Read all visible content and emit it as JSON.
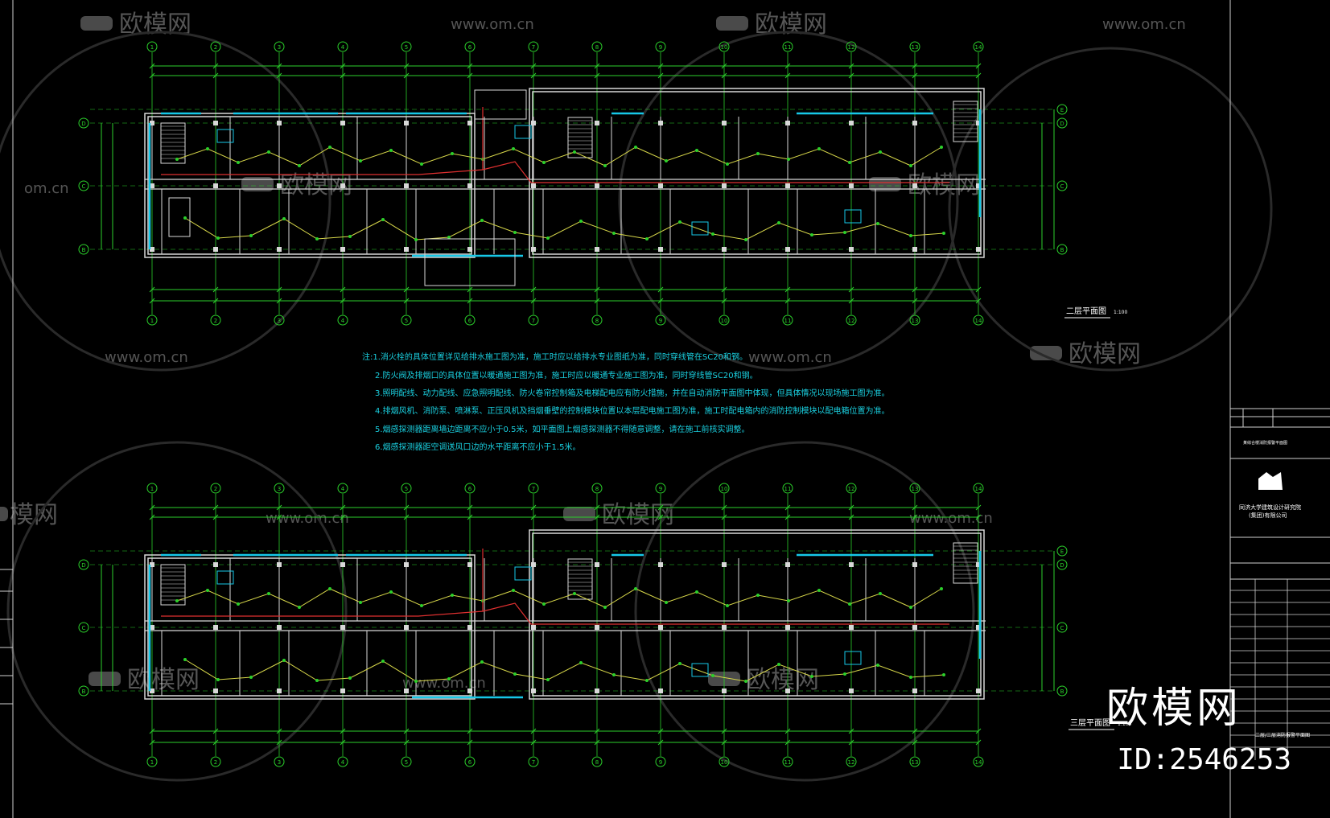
{
  "drawing": {
    "watermark_site": "www.om.cn",
    "watermark_logo": "欧模网",
    "watermark_partial_left": "om.cn",
    "watermark_partial_left2": "模网"
  },
  "plan_upper": {
    "title": "二层平面图",
    "scale": "1:100",
    "axis_numbers": [
      "1",
      "2",
      "3",
      "4",
      "5",
      "6",
      "7",
      "8",
      "9",
      "10",
      "11",
      "12",
      "13",
      "14"
    ],
    "axis_letters": [
      "B",
      "C",
      "D",
      "E"
    ]
  },
  "plan_lower": {
    "title": "三层平面图",
    "scale": "1:100",
    "axis_numbers": [
      "1",
      "2",
      "3",
      "4",
      "5",
      "6",
      "7",
      "8",
      "9",
      "10",
      "11",
      "12",
      "13",
      "14"
    ],
    "axis_letters": [
      "B",
      "C",
      "D",
      "E"
    ]
  },
  "notes": {
    "line1": "注:1.消火栓的具体位置详见给排水施工图为准，施工时应以给排水专业图纸为准，同时穿线管在SC20和钢。",
    "line2": "2.防火阀及排烟口的具体位置以暖通施工图为准，施工时应以暖通专业施工图为准，同时穿线管SC20和钢。",
    "line3": "3.照明配线、动力配线、应急照明配线、防火卷帘控制箱及电梯配电应有防火措施，并在自动消防平面图中体现，但具体情况以现场施工图为准。",
    "line4": "4.排烟风机、消防泵、喷淋泵、正压风机及挡烟垂壁的控制模块位置以本层配电施工图为准，施工时配电箱内的消防控制模块以配电箱位置为准。",
    "line5": "5.烟感探测器距离墙边距离不应小于0.5米，如平面图上烟感探测器不得随意调整，请在施工前核实调整。",
    "line6": "6.烟感探测器距空调送风口边的水平距离不应小于1.5米。"
  },
  "title_block": {
    "company": "同济大学建筑设计研究院",
    "company_sub": "(集团)有限公司",
    "project": "某综合楼消防报警平面图",
    "sheet_title": "二层/三层消防报警平面图"
  },
  "brand_overlay": {
    "logo_text": "欧模网",
    "id_text": "ID:2546253"
  },
  "colors": {
    "axis_green": "#2bd02b",
    "wall_white": "#d8d8d8",
    "cyan": "#16c8e8",
    "wire_yellow": "#d8d84a",
    "red": "#e03030",
    "note_cyan": "#1ad0e0"
  }
}
